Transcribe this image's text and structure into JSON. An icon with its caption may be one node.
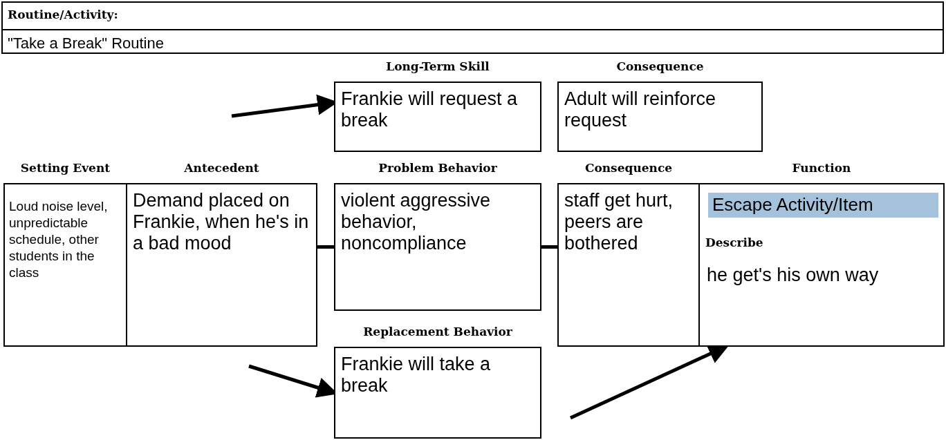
{
  "diagram": {
    "nodes": [
      {
        "text": [
          "Routine/Activity:",
          "\"Take a Break\" Routine"
        ]
      },
      {
        "text": [
          "Long-Term Skill",
          "Frankie will request a break"
        ]
      },
      {
        "text": [
          "Consequence",
          "Adult will reinforce request"
        ]
      },
      {
        "text": [
          "Setting Event",
          "Loud noise level, unpredictable schedule, other students in the class"
        ]
      },
      {
        "text": [
          "Antecedent",
          "Demand placed on Frankie, when he's in a bad mood"
        ]
      },
      {
        "text": [
          "Problem Behavior",
          "violent aggressive behavior, noncompliance"
        ]
      },
      {
        "text": [
          "Consequence",
          "staff get hurt, peers are bothered"
        ]
      },
      {
        "text": [
          "Function",
          "Describe",
          "he get's his own way"
        ]
      },
      {
        "text": [
          "Escape Activity/Item"
        ],
        "in": 7
      },
      {
        "text": [
          "Replacement Behavior",
          "Frankie will take a break"
        ]
      }
    ],
    "edges": [
      {
        "from": 4,
        "to": 5,
        "arrow": "none"
      },
      {
        "from": 5,
        "to": 6,
        "arrow": "none"
      },
      {
        "from": null,
        "to": 1,
        "arrow": "to"
      },
      {
        "from": null,
        "to": 9,
        "arrow": "to"
      },
      {
        "from": null,
        "to": 7,
        "arrow": "to"
      }
    ]
  }
}
